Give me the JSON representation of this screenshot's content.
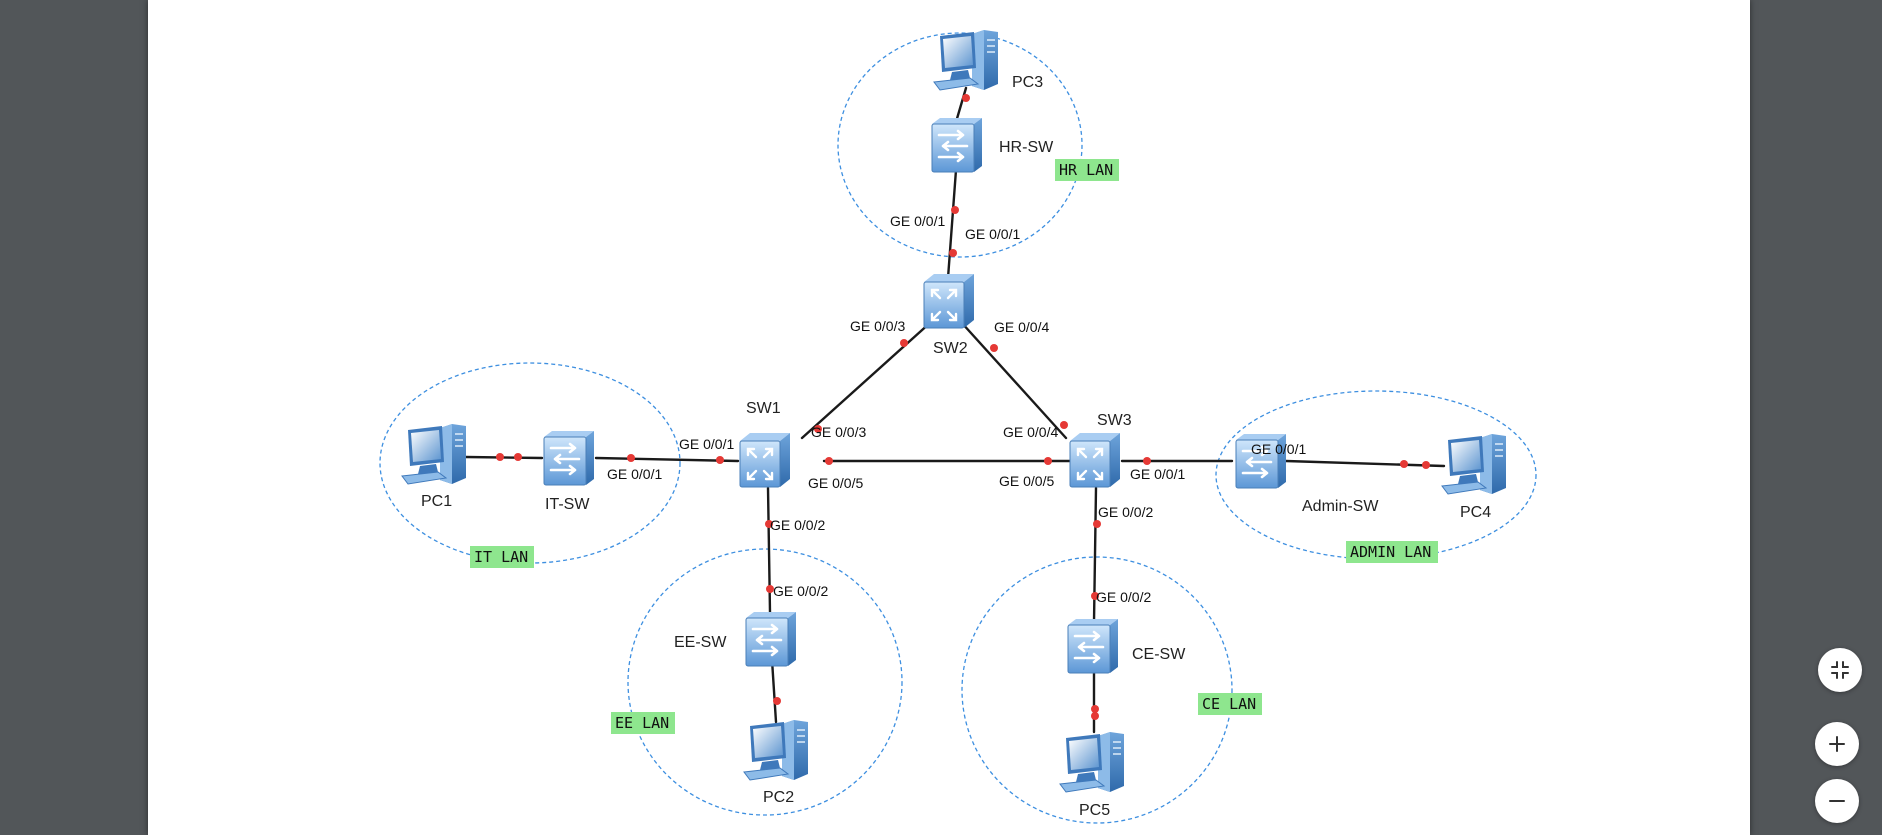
{
  "diagram": {
    "devices": [
      {
        "id": "PC3",
        "label": "PC3",
        "type": "pc"
      },
      {
        "id": "HR-SW",
        "label": "HR-SW",
        "type": "switch"
      },
      {
        "id": "SW2",
        "label": "SW2",
        "type": "core"
      },
      {
        "id": "SW1",
        "label": "SW1",
        "type": "core"
      },
      {
        "id": "SW3",
        "label": "SW3",
        "type": "core"
      },
      {
        "id": "IT-SW",
        "label": "IT-SW",
        "type": "switch"
      },
      {
        "id": "PC1",
        "label": "PC1",
        "type": "pc"
      },
      {
        "id": "EE-SW",
        "label": "EE-SW",
        "type": "switch"
      },
      {
        "id": "PC2",
        "label": "PC2",
        "type": "pc"
      },
      {
        "id": "CE-SW",
        "label": "CE-SW",
        "type": "switch"
      },
      {
        "id": "PC5",
        "label": "PC5",
        "type": "pc"
      },
      {
        "id": "Admin-SW",
        "label": "Admin-SW",
        "type": "switch"
      },
      {
        "id": "PC4",
        "label": "PC4",
        "type": "pc"
      }
    ],
    "links": [
      {
        "from": "PC3",
        "to": "HR-SW"
      },
      {
        "from": "HR-SW",
        "to": "SW2"
      },
      {
        "from": "SW2",
        "to": "SW1"
      },
      {
        "from": "SW2",
        "to": "SW3"
      },
      {
        "from": "SW1",
        "to": "SW3"
      },
      {
        "from": "IT-SW",
        "to": "SW1"
      },
      {
        "from": "PC1",
        "to": "IT-SW"
      },
      {
        "from": "SW1",
        "to": "EE-SW"
      },
      {
        "from": "EE-SW",
        "to": "PC2"
      },
      {
        "from": "SW3",
        "to": "CE-SW"
      },
      {
        "from": "CE-SW",
        "to": "PC5"
      },
      {
        "from": "SW3",
        "to": "Admin-SW"
      },
      {
        "from": "Admin-SW",
        "to": "PC4"
      }
    ],
    "port_labels": {
      "hrsw_uplink": "GE 0/0/1",
      "sw2_hr": "GE 0/0/1",
      "sw2_sw1": "GE 0/0/3",
      "sw2_sw3": "GE 0/0/4",
      "sw1_sw2": "GE 0/0/3",
      "sw1_it": "GE 0/0/1",
      "itsw_uplink": "GE 0/0/1",
      "sw1_sw3": "GE 0/0/5",
      "sw1_ee": "GE 0/0/2",
      "eesw_uplink": "GE 0/0/2",
      "sw3_sw2": "GE 0/0/4",
      "sw3_sw1": "GE 0/0/5",
      "sw3_admin": "GE 0/0/1",
      "adminsw_uplink": "GE 0/0/1",
      "sw3_ce": "GE 0/0/2",
      "cesw_uplink": "GE 0/0/2"
    },
    "lans": {
      "hr": "HR LAN",
      "it": "IT LAN",
      "ee": "EE LAN",
      "ce": "CE LAN",
      "admin": "ADMIN LAN"
    }
  },
  "colors": {
    "viewer_background": "#525659",
    "link": "#1a1a1a",
    "port_dot": "#e53935",
    "lan_outline": "#3d8fe0",
    "lan_tag": "#8ee68e"
  },
  "viewer_controls": {
    "fit_icon": "fit-page-icon",
    "zoom_in_icon": "zoom-in-icon",
    "zoom_out_icon": "zoom-out-icon"
  }
}
